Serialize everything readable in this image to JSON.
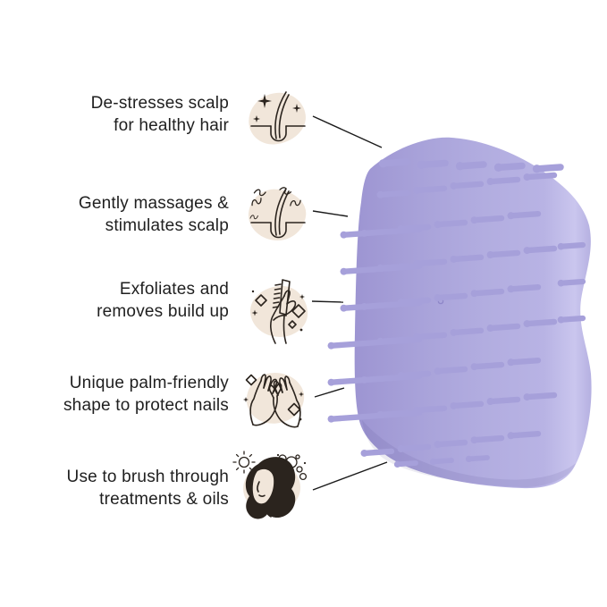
{
  "theme": {
    "background": "#ffffff",
    "text_color": "#1f1f1f",
    "line_color": "#1a1a1a",
    "blob_color": "#f1e6da",
    "icon_stroke": "#2b241e",
    "body_color": "#b0abde",
    "body_highlight": "#cac6ee",
    "body_shadow": "#9d95d2",
    "bristle_color": "#a6a0da"
  },
  "product": {
    "name": "lavender scalp massager brush",
    "description_visible_text": ""
  },
  "features": [
    {
      "line1": "De-stresses scalp",
      "line2": "for healthy hair",
      "icon": "hair-follicle-sparkles-icon"
    },
    {
      "line1": "Gently massages &",
      "line2": "stimulates scalp",
      "icon": "hair-follicle-massage-icon"
    },
    {
      "line1": "Exfoliates and",
      "line2": "removes build up",
      "icon": "hand-comb-sparkles-icon"
    },
    {
      "line1": "Unique palm-friendly",
      "line2": "shape to protect nails",
      "icon": "hands-protect-nails-icon"
    },
    {
      "line1": "Use to brush through",
      "line2": "treatments & oils",
      "icon": "head-bubbles-icon"
    }
  ]
}
